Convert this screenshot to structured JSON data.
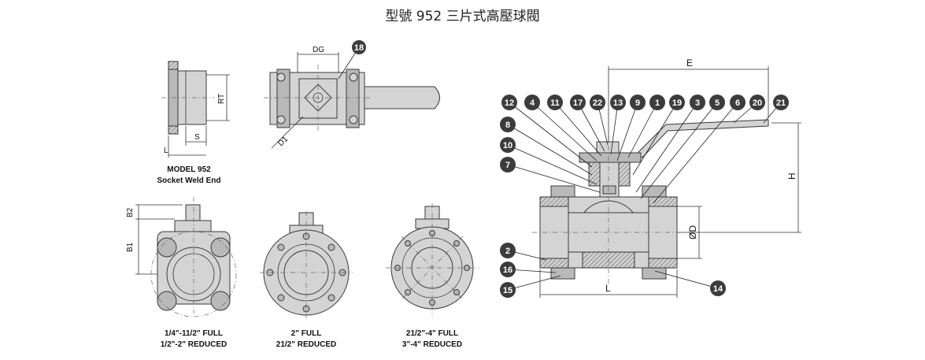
{
  "title": "型號 952 三片式高壓球閥",
  "model_caption": {
    "line1": "MODEL 952",
    "line2": "Socket Weld End"
  },
  "views": [
    {
      "line1": "1/4\"-11/2\" FULL",
      "line2": "1/2\"-2\" REDUCED"
    },
    {
      "line1": "2\" FULL",
      "line2": "21/2\" REDUCED"
    },
    {
      "line1": "21/2\"-4\" FULL",
      "line2": "3\"-4\" REDUCED"
    }
  ],
  "dims": {
    "RT": "RT",
    "S": "S",
    "L_small": "L",
    "DG": "DG",
    "D1": "D1",
    "B1": "B1",
    "B2": "B2",
    "E": "E",
    "H": "H",
    "OD": "ØD",
    "L_main": "L"
  },
  "bubbles": {
    "b18": "18",
    "top": [
      "12",
      "4",
      "11",
      "17",
      "22",
      "13",
      "9",
      "1",
      "19",
      "3",
      "5",
      "6",
      "20",
      "21"
    ],
    "left": [
      "8",
      "10",
      "7"
    ],
    "bottom_left": [
      "2",
      "16",
      "15"
    ],
    "b14": "14"
  }
}
